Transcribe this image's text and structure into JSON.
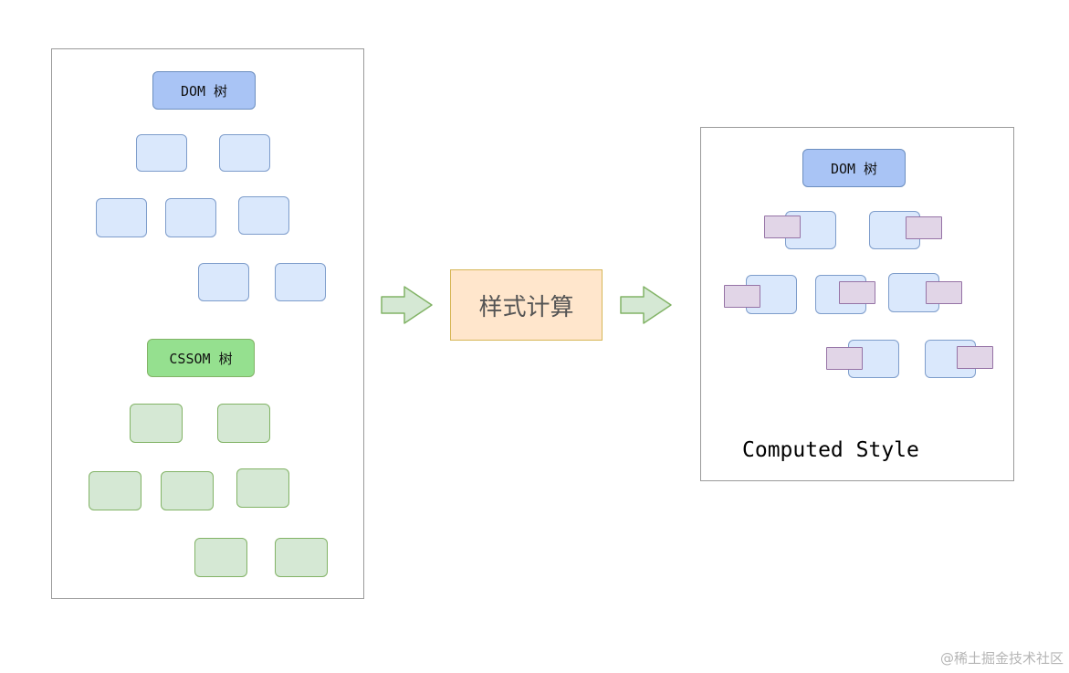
{
  "left_panel": {
    "dom_tree": {
      "root_label": "DOM 树"
    },
    "cssom_tree": {
      "root_label": "CSSOM 树"
    }
  },
  "process": {
    "label": "样式计算"
  },
  "right_panel": {
    "dom_tree": {
      "root_label": "DOM 树"
    },
    "callout": "Computed Style"
  },
  "watermark": "@稀土掘金技术社区",
  "colors": {
    "dom_root_fill": "#a9c4f5",
    "dom_node_fill": "#dae8fc",
    "cssom_root_fill": "#95e08f",
    "cssom_node_fill": "#d5e8d4",
    "style_fill": "#e1d5e7",
    "process_fill": "#ffe6cc",
    "arrow_fill": "#d5e8d4"
  }
}
